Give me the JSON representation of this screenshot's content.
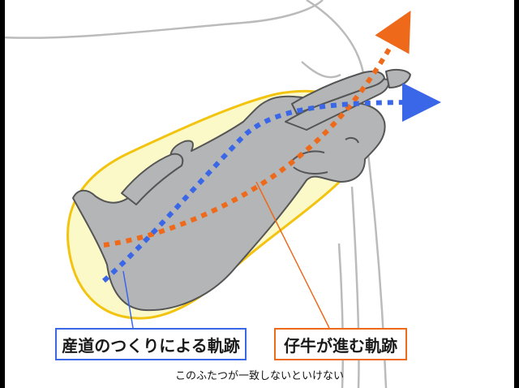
{
  "labels": {
    "birth_canal_path": "産道のつくりによる軌跡",
    "calf_path": "仔牛が進む軌跡"
  },
  "caption": "このふたつが一致しないといけない",
  "colors": {
    "birth_canal_path": "#3a66e8",
    "calf_path": "#ee6a1a",
    "birth_canal_outline": "#f2c40f",
    "birth_canal_fill": "#fcf9c8",
    "calf_body": "#b3b5b7",
    "calf_outline": "#555555",
    "cow_outline": "#bbbbbb"
  }
}
